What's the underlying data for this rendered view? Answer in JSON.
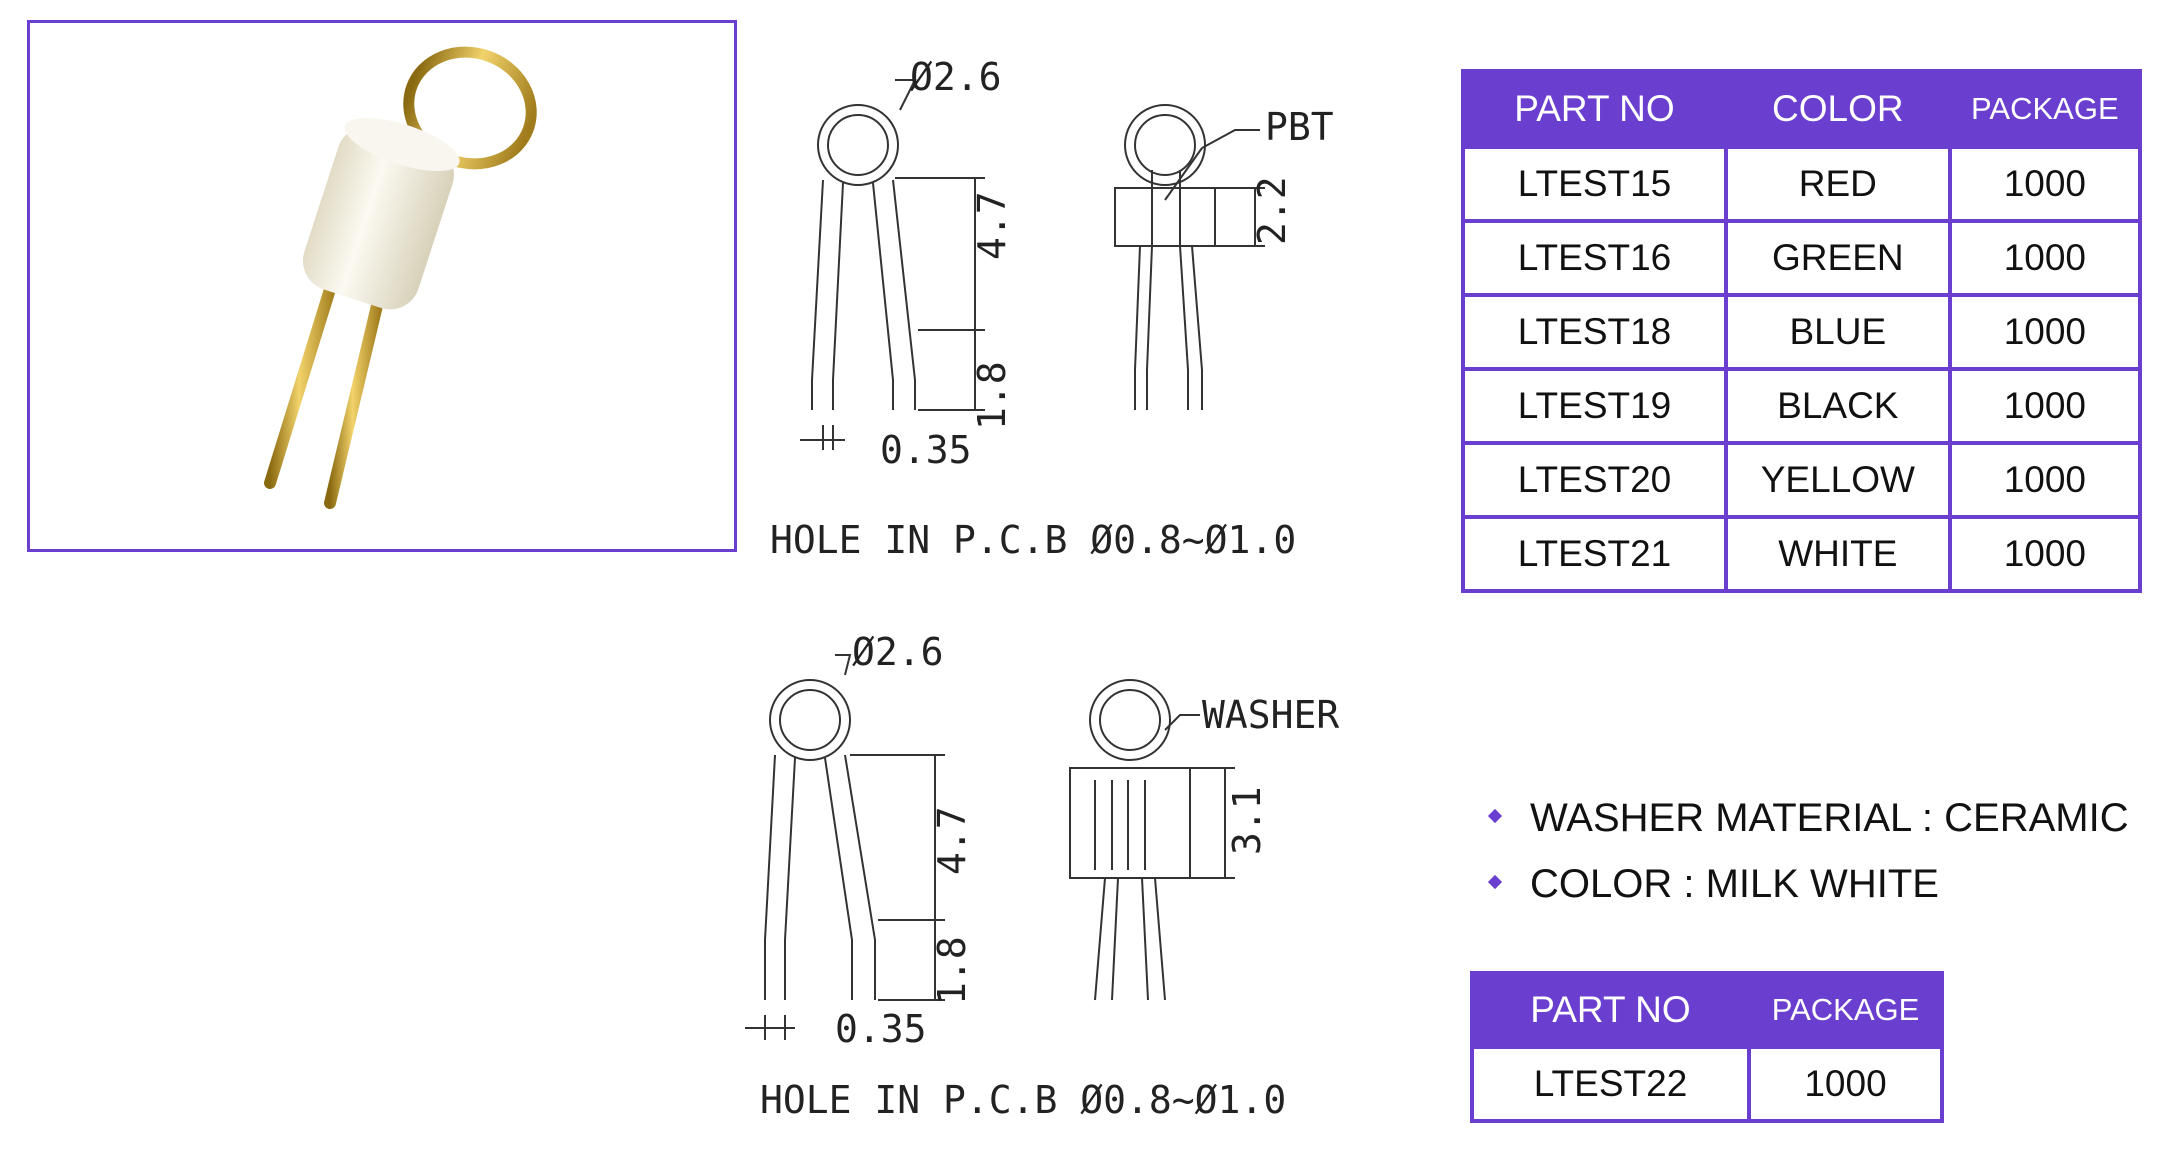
{
  "colors": {
    "accent": "#6a3fd0",
    "header_text": "#ffffff",
    "gold": "#c9a233",
    "body_white": "#f4f1e6"
  },
  "drawing_top": {
    "ring_dim": "Ø2.6",
    "material": "PBT",
    "length_dim": "4.7",
    "sleeve_dim": "2.2",
    "lead_dim": "1.8",
    "wire_dim": "0.35",
    "hole_note": "HOLE  IN  P.C.B  Ø0.8~Ø1.0"
  },
  "drawing_bottom": {
    "ring_dim": "Ø2.6",
    "material": "WASHER",
    "length_dim": "4.7",
    "sleeve_dim": "3.1",
    "lead_dim": "1.8",
    "wire_dim": "0.35",
    "hole_note": "HOLE  IN  P.C.B  Ø0.8~Ø1.0"
  },
  "table_main": {
    "headers": [
      "PART NO",
      "COLOR",
      "PACKAGE"
    ],
    "rows": [
      [
        "LTEST15",
        "RED",
        "1000"
      ],
      [
        "LTEST16",
        "GREEN",
        "1000"
      ],
      [
        "LTEST18",
        "BLUE",
        "1000"
      ],
      [
        "LTEST19",
        "BLACK",
        "1000"
      ],
      [
        "LTEST20",
        "YELLOW",
        "1000"
      ],
      [
        "LTEST21",
        "WHITE",
        "1000"
      ]
    ]
  },
  "notes": [
    "WASHER MATERIAL :  CERAMIC",
    "COLOR : MILK WHITE"
  ],
  "table_washer": {
    "headers": [
      "PART NO",
      "PACKAGE"
    ],
    "rows": [
      [
        "LTEST22",
        "1000"
      ]
    ]
  }
}
